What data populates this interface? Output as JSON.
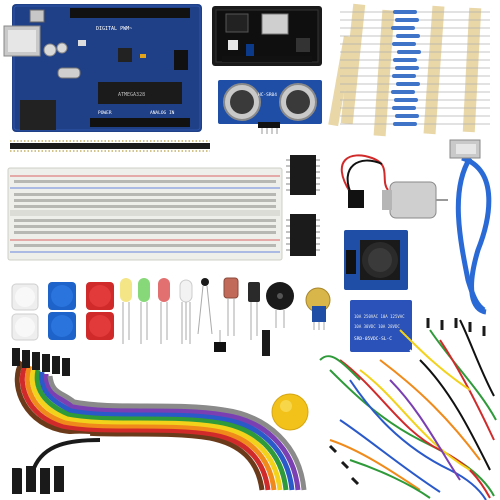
{
  "board": {
    "brand": "DIGITAL PWM~",
    "digital_label": "DIGITAL",
    "power_label": "POWER",
    "analog_label": "ANALOG IN",
    "ic_label": "ATMEGA328"
  },
  "sensor": {
    "label": "HC-SR04"
  },
  "relay": {
    "line1": "10A 250VAC  10A 125VAC",
    "line2": "10A 30VDC  10A 28VDC",
    "line3": "SRD-05VDC-SL-C"
  },
  "colors": {
    "board_blue": "#1f3f86",
    "breadboard": "#eeeeea",
    "button_blue": "#1d63c9",
    "button_red": "#d12a2a",
    "button_white": "#f4f4f4",
    "resistor_body": "#e9d7a8",
    "jumper_rainbow": [
      "#6b3a1a",
      "#d12a2a",
      "#f08a1a",
      "#f2d21a",
      "#2f9a3a",
      "#2a59c9",
      "#7a3fb3",
      "#8a8a8a",
      "#ffffff",
      "#1a1a1a"
    ]
  }
}
